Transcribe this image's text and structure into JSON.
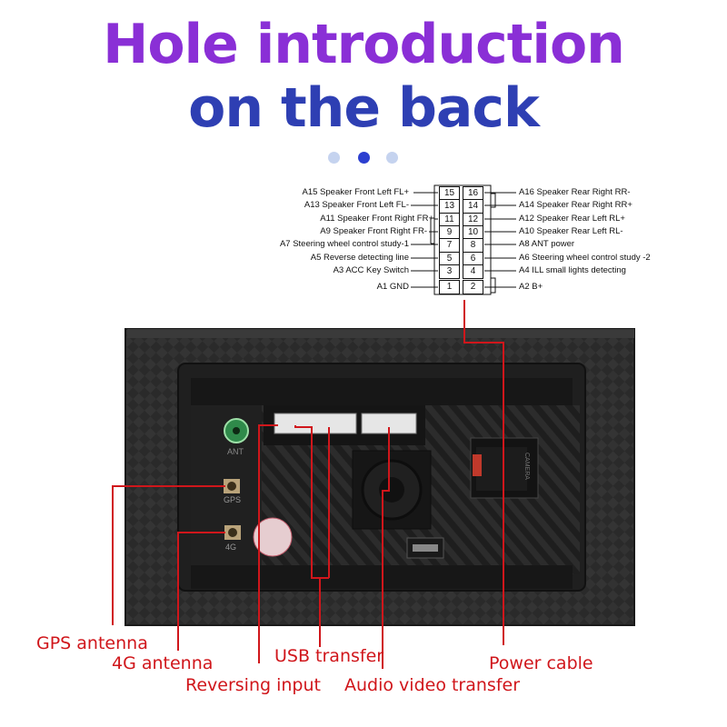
{
  "title": {
    "line1": "Hole introduction",
    "line2": "on the back"
  },
  "carousel": {
    "dots": 3,
    "active_index": 1
  },
  "pinout": {
    "left": [
      {
        "id": "A15",
        "label": "A15  Speaker Front Left FL+",
        "pin": "15"
      },
      {
        "id": "A13",
        "label": "A13  Speaker Front Left FL-",
        "pin": "13"
      },
      {
        "id": "A11",
        "label": "A11  Speaker Front Right FR+",
        "pin": "11"
      },
      {
        "id": "A9",
        "label": "A9    Speaker Front Right FR-",
        "pin": "9"
      },
      {
        "id": "A7",
        "label": "A7  Steering wheel control study-1",
        "pin": "7"
      },
      {
        "id": "A5",
        "label": "A5    Reverse detecting line",
        "pin": "5"
      },
      {
        "id": "A3",
        "label": "A3 ACC Key Switch",
        "pin": "3"
      },
      {
        "id": "A1",
        "label": "A1 GND",
        "pin": "1"
      }
    ],
    "right": [
      {
        "id": "A16",
        "label": "A16 Speaker Rear Right RR-",
        "pin": "16"
      },
      {
        "id": "A14",
        "label": "A14 Speaker Rear Right RR+",
        "pin": "14"
      },
      {
        "id": "A12",
        "label": "A12 Speaker Rear Left RL+",
        "pin": "12"
      },
      {
        "id": "A10",
        "label": "A10 Speaker Rear Left RL-",
        "pin": "10"
      },
      {
        "id": "A8",
        "label": "A8   ANT power",
        "pin": "8"
      },
      {
        "id": "A6",
        "label": "A6   Steering wheel control study -2",
        "pin": "6"
      },
      {
        "id": "A4",
        "label": "A4   ILL small lights detecting",
        "pin": "4"
      },
      {
        "id": "A2",
        "label": "A2   B+",
        "pin": "2"
      }
    ]
  },
  "device": {
    "ant_label": "ANT",
    "gps_label": "GPS",
    "g4_label": "4G",
    "unit_side_label": "CAMERA"
  },
  "callouts": {
    "gps": "GPS antenna",
    "g4": "4G antenna",
    "reversing": "Reversing input",
    "usb": "USB transfer",
    "av": "Audio video transfer",
    "power": "Power cable"
  },
  "colors": {
    "title1": "#8a2fd6",
    "title2": "#2e3fb3",
    "callout": "#d0161b",
    "device_body": "#2b2b2b",
    "dot_active": "#2c3fd0",
    "dot_inactive": "#c5d3ef"
  }
}
